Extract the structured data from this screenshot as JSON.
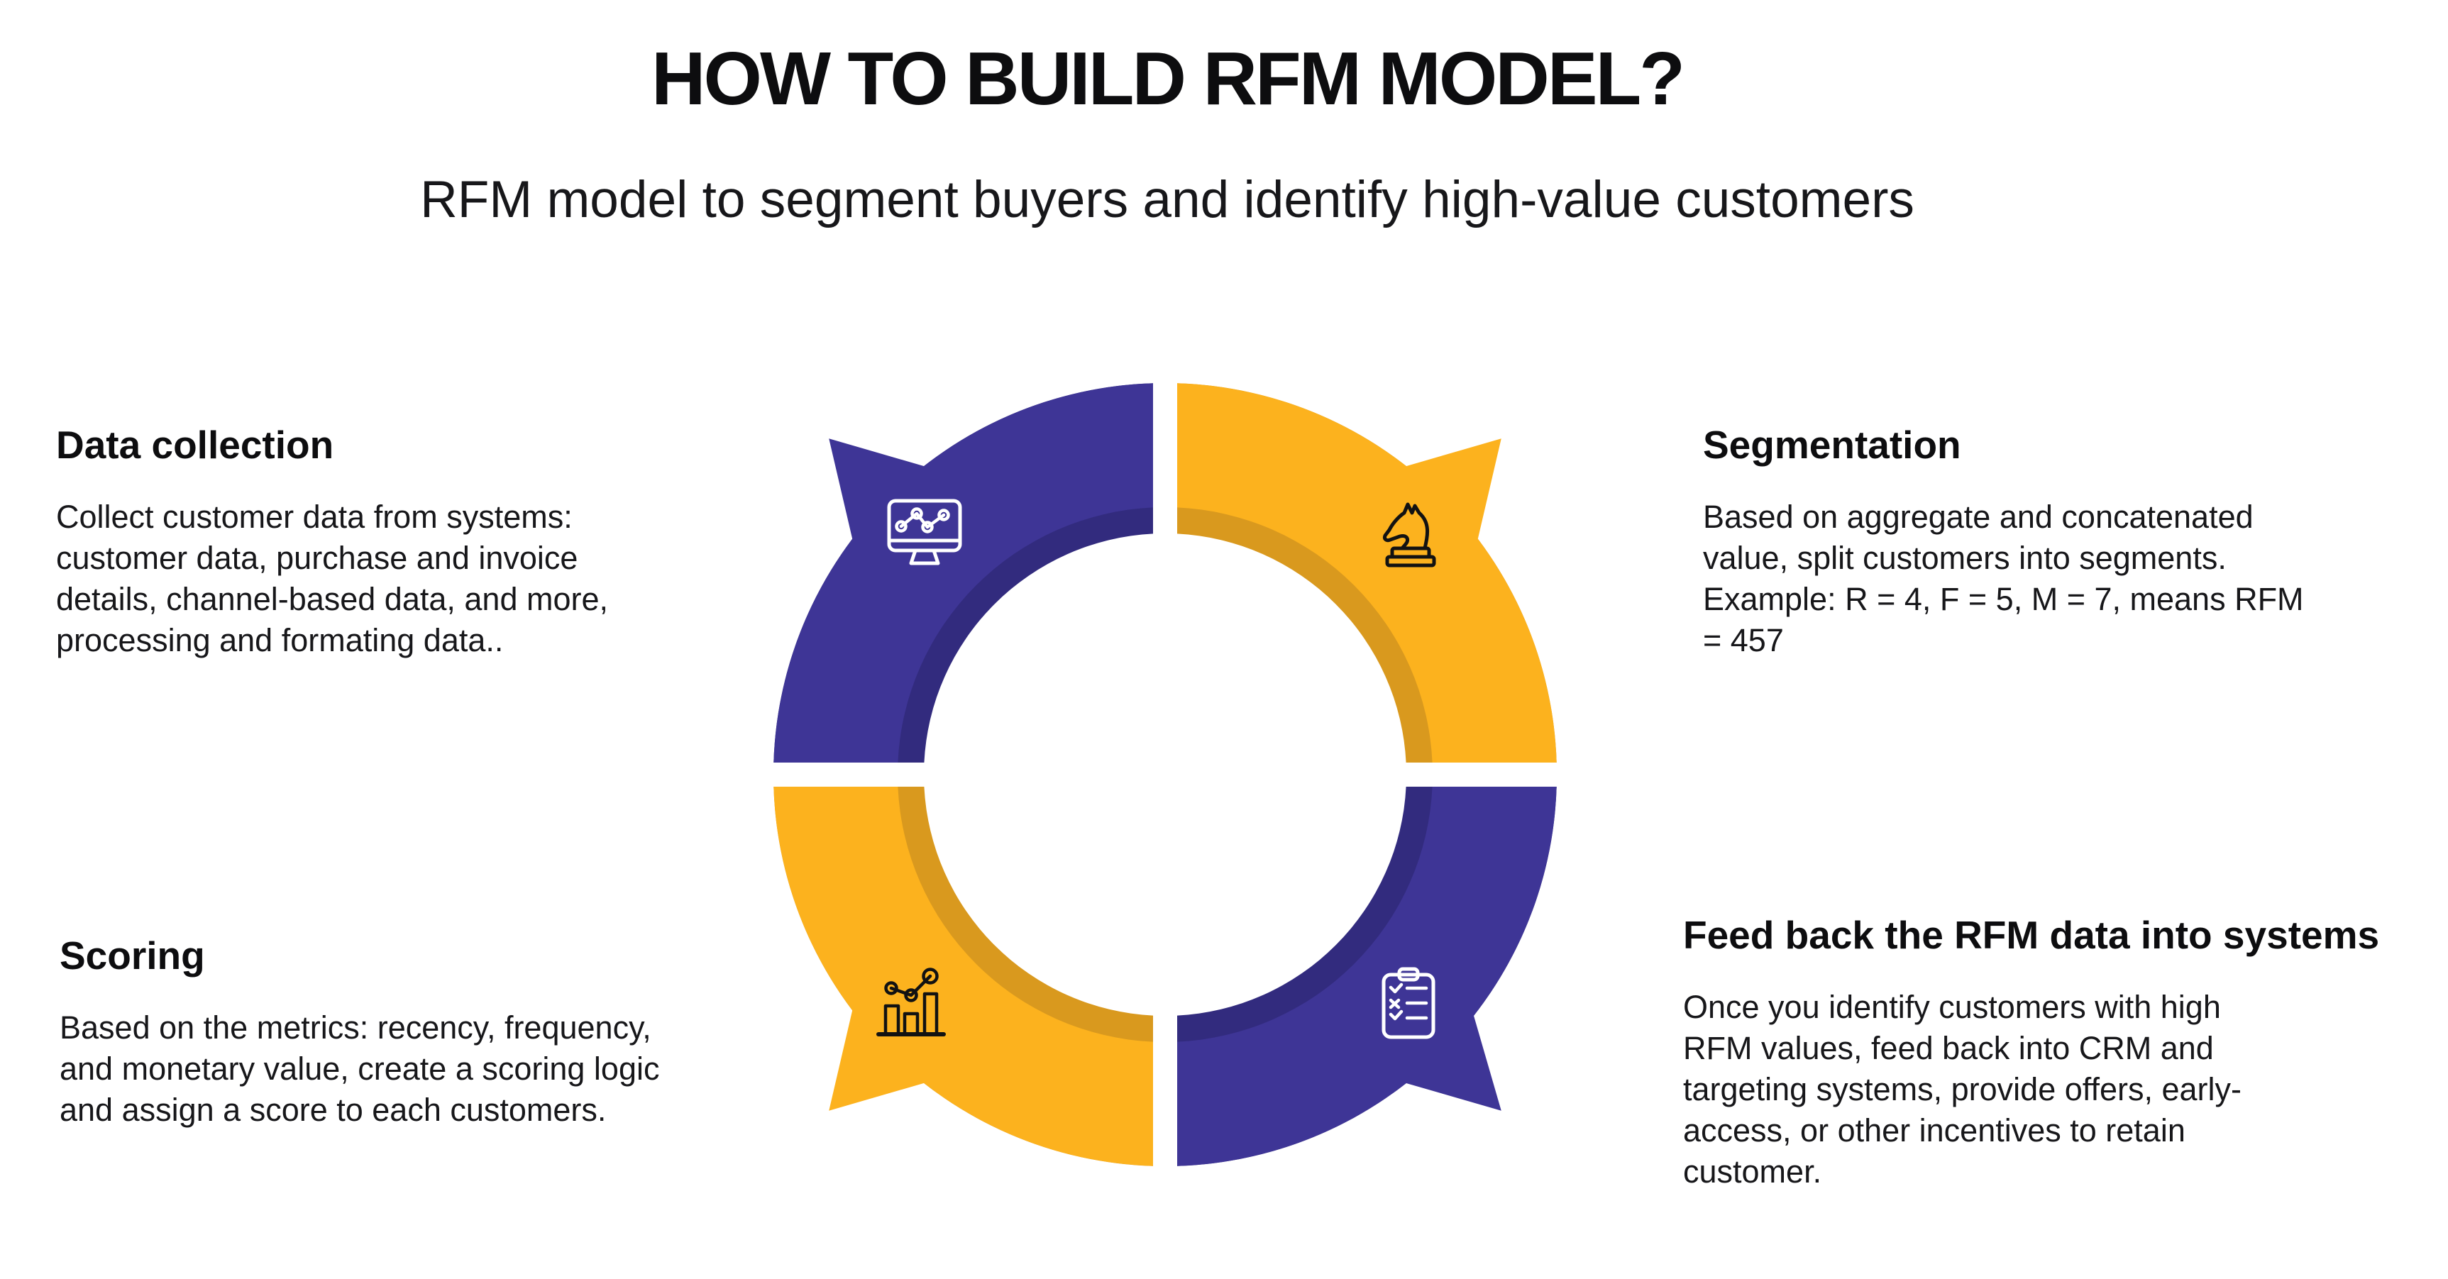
{
  "header": {
    "title": "HOW TO BUILD RFM MODEL?",
    "subtitle": "RFM model to segment buyers and identify high-value customers"
  },
  "colors": {
    "background": "#FFFFFF",
    "purple": "#3E3596",
    "purple_dark": "#322B7E",
    "orange": "#FCB21E",
    "orange_dark": "#D9991E",
    "heading_text": "#0D0D0F",
    "body_text": "#17171A"
  },
  "blocks": [
    {
      "id": "data-collection",
      "heading": "Data collection",
      "body": "Collect customer data from systems:\ncustomer data, purchase and invoice\ndetails, channel-based data, and more,\nprocessing and formating data.."
    },
    {
      "id": "segmentation",
      "heading": "Segmentation",
      "body": "Based on aggregate and concatenated\nvalue, split customers into segments.\nExample: R = 4, F = 5, M = 7, means RFM\n= 457"
    },
    {
      "id": "scoring",
      "heading": "Scoring",
      "body": "Based on the metrics: recency, frequency,\nand monetary value, create a scoring logic\nand assign a score to each customers."
    },
    {
      "id": "feedback",
      "heading": "Feed back the RFM data into systems",
      "body": "Once you identify customers with high\nRFM values, feed back into CRM and\ntargeting systems, provide offers, early-\naccess, or other incentives to retain\ncustomer."
    }
  ],
  "cycle": {
    "segments": [
      {
        "position": "top-left",
        "step": "data-collection",
        "icon": "monitor-line-chart-icon",
        "color": "#3E3596",
        "shade": "#322B7E"
      },
      {
        "position": "top-right",
        "step": "segmentation",
        "icon": "chess-knight-icon",
        "color": "#FCB21E",
        "shade": "#D9991E"
      },
      {
        "position": "bottom-left",
        "step": "scoring",
        "icon": "bar-chart-trend-icon",
        "color": "#FCB21E",
        "shade": "#D9991E"
      },
      {
        "position": "bottom-right",
        "step": "feedback",
        "icon": "clipboard-checklist-icon",
        "color": "#3E3596",
        "shade": "#322B7E"
      }
    ]
  }
}
